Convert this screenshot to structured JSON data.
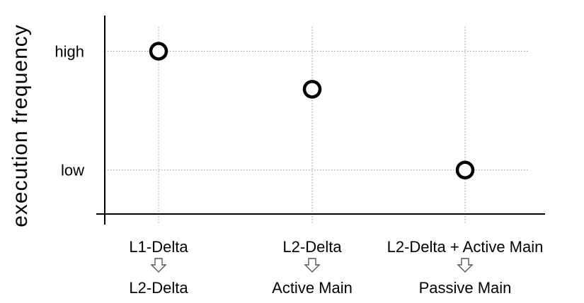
{
  "chart_data": {
    "type": "scatter",
    "ylabel": "execution frequency",
    "y_ticks": [
      {
        "label": "high",
        "value": 1
      },
      {
        "label": "low",
        "value": 0
      }
    ],
    "ylim": [
      -0.37,
      1.3
    ],
    "categories": [
      {
        "from": "L1-Delta",
        "to": "L2-Delta"
      },
      {
        "from": "L2-Delta",
        "to": "Active Main"
      },
      {
        "from": "L2-Delta + Active Main",
        "to": "Passive Main"
      }
    ],
    "values": [
      1.0,
      0.68,
      0.0
    ],
    "grid": true,
    "marker": "open-circle",
    "connector_symbol": "down-arrow"
  }
}
